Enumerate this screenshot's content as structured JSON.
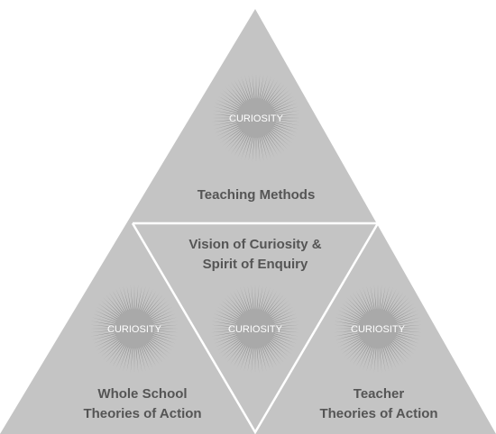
{
  "diagram": {
    "burst_text": "CURIOSITY",
    "colors": {
      "triangle_fill": "#c4c4c4",
      "divider": "#ffffff",
      "burst_ray": "#909090",
      "burst_core": "#a9a9a9",
      "label_text": "#555555",
      "burst_text": "#ffffff"
    },
    "triangles": {
      "top": {
        "label_lines": [
          "Teaching Methods"
        ]
      },
      "center": {
        "label_lines": [
          "Vision of Curiosity &",
          "Spirit of Enquiry"
        ]
      },
      "bottom_left": {
        "label_lines": [
          "Whole School",
          "Theories of Action"
        ]
      },
      "bottom_right": {
        "label_lines": [
          "Teacher",
          "Theories of Action"
        ]
      }
    }
  }
}
